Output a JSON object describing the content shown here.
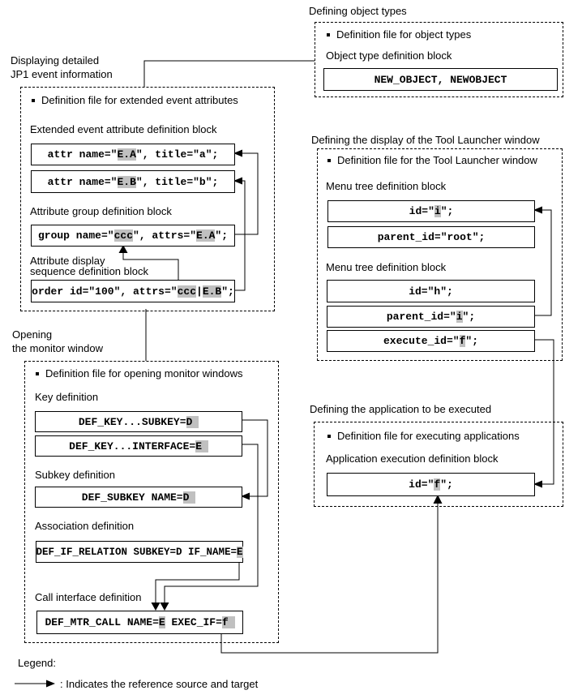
{
  "colors": {
    "highlight": "#c0c0c0",
    "line": "#000000"
  },
  "object_types": {
    "title": "Defining object types",
    "file": "Definition file for object types",
    "block_label": "Object type definition block",
    "code": [
      {
        "t": "NEW_OBJECT, NEWOBJECT",
        "h": false
      }
    ]
  },
  "event_info": {
    "title_line1": "Displaying detailed",
    "title_line2": "JP1 event information",
    "file": "Definition file for extended event attributes",
    "block_label": "Extended event attribute definition block",
    "attr1": [
      {
        "t": "attr name=\"",
        "h": false
      },
      {
        "t": "E.A",
        "h": true
      },
      {
        "t": "\", title=\"a\";",
        "h": false
      }
    ],
    "attr2": [
      {
        "t": "attr name=\"",
        "h": false
      },
      {
        "t": "E.B",
        "h": true
      },
      {
        "t": "\", title=\"b\";",
        "h": false
      }
    ],
    "group_label": "Attribute group definition block",
    "group": [
      {
        "t": "group name=\"",
        "h": false
      },
      {
        "t": "ccc",
        "h": true
      },
      {
        "t": "\", attrs=\"",
        "h": false
      },
      {
        "t": "E.A",
        "h": true
      },
      {
        "t": "\";",
        "h": false
      }
    ],
    "order_label_line1": "Attribute display",
    "order_label_line2": "sequence definition block",
    "order": [
      {
        "t": "order id=\"100\", attrs=\"",
        "h": false
      },
      {
        "t": "ccc",
        "h": true
      },
      {
        "t": "|",
        "h": false
      },
      {
        "t": "E.B",
        "h": true
      },
      {
        "t": "\";",
        "h": false
      }
    ]
  },
  "tool_launcher": {
    "title": "Defining the display of the Tool Launcher window",
    "file": "Definition file for the Tool Launcher window",
    "menu1_label": "Menu tree definition block",
    "menu1_id": [
      {
        "t": "id=\"",
        "h": false
      },
      {
        "t": "i",
        "h": true
      },
      {
        "t": "\";",
        "h": false
      }
    ],
    "menu1_parent": [
      {
        "t": "parent_id=\"root\";",
        "h": false
      }
    ],
    "menu2_label": "Menu tree definition block",
    "menu2_id": [
      {
        "t": "id=\"h\";",
        "h": false
      }
    ],
    "menu2_parent": [
      {
        "t": "parent_id=\"",
        "h": false
      },
      {
        "t": "i",
        "h": true
      },
      {
        "t": "\";",
        "h": false
      }
    ],
    "menu2_execute": [
      {
        "t": "execute_id=\"",
        "h": false
      },
      {
        "t": "f",
        "h": true
      },
      {
        "t": "\";",
        "h": false
      }
    ]
  },
  "monitor": {
    "title_line1": "Opening",
    "title_line2": "the monitor window",
    "file": "Definition file for opening monitor windows",
    "key_label": "Key definition",
    "key1": [
      {
        "t": "DEF_KEY...SUBKEY=",
        "h": false
      },
      {
        "t": "D ",
        "h": true
      }
    ],
    "key2": [
      {
        "t": "DEF_KEY...INTERFACE=",
        "h": false
      },
      {
        "t": "E ",
        "h": true
      }
    ],
    "subkey_label": "Subkey definition",
    "subkey": [
      {
        "t": "DEF_SUBKEY NAME=",
        "h": false
      },
      {
        "t": "D ",
        "h": true
      }
    ],
    "assoc_label": "Association definition",
    "assoc": [
      {
        "t": "DEF_IF_RELATION SUBKEY=D IF_NAME=",
        "h": false
      },
      {
        "t": "E",
        "h": true
      }
    ],
    "call_label": "Call interface definition",
    "call": [
      {
        "t": "DEF_MTR_CALL NAME=",
        "h": false
      },
      {
        "t": "E",
        "h": true
      },
      {
        "t": " EXEC_IF=",
        "h": false
      },
      {
        "t": "f ",
        "h": true
      }
    ]
  },
  "application": {
    "title": "Defining the application to be executed",
    "file": "Definition file for executing applications",
    "block_label": "Application execution definition block",
    "code": [
      {
        "t": "id=\"",
        "h": false
      },
      {
        "t": "f",
        "h": true
      },
      {
        "t": "\";",
        "h": false
      }
    ]
  },
  "legend": {
    "heading": "Legend:",
    "arrow_meaning": ": Indicates the reference source and target"
  }
}
